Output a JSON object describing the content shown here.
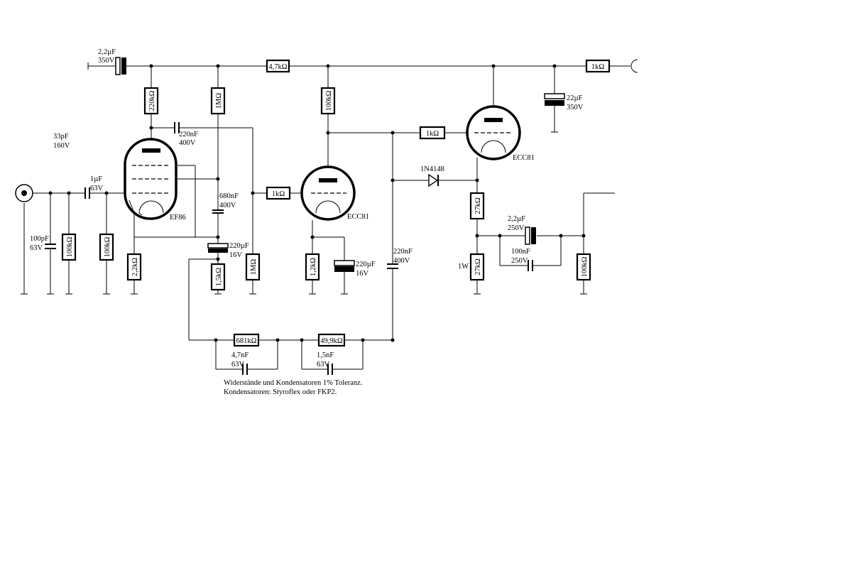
{
  "components": {
    "c_in_top": {
      "value": "2,2µF",
      "voltage": "350V"
    },
    "r_47k": {
      "value": "4,7kΩ"
    },
    "r_1k_out": {
      "value": "1kΩ"
    },
    "c_22u": {
      "value": "22µF",
      "voltage": "350V"
    },
    "r_220k": {
      "value": "220kΩ"
    },
    "r_1M_top": {
      "value": "1MΩ"
    },
    "r_100k_plate": {
      "value": "100kΩ"
    },
    "c_220n_a": {
      "value": "220nF",
      "voltage": "400V"
    },
    "c_33p": {
      "value": "33pF",
      "voltage": "160V"
    },
    "c_1u": {
      "value": "1µF",
      "voltage": "63V"
    },
    "c_100p": {
      "value": "100pF",
      "voltage": "63V"
    },
    "r_100k_in1": {
      "value": "100kΩ"
    },
    "r_100k_in2": {
      "value": "100kΩ"
    },
    "tube_ef86": {
      "label": "EF86"
    },
    "r_2k2": {
      "value": "2,2kΩ"
    },
    "c_680n": {
      "value": "680nF",
      "voltage": "400V"
    },
    "c_220u_a": {
      "value": "220µF",
      "voltage": "16V"
    },
    "r_1k5": {
      "value": "1,5kΩ"
    },
    "r_1M_grid": {
      "value": "1MΩ"
    },
    "r_1k_grid": {
      "value": "1kΩ"
    },
    "tube_ecc81_a": {
      "label": "ECC81"
    },
    "r_1k2": {
      "value": "1,2kΩ"
    },
    "c_220u_b": {
      "value": "220µF",
      "voltage": "16V"
    },
    "c_220n_b": {
      "value": "220nF",
      "voltage": "400V"
    },
    "r_1k_grid2": {
      "value": "1kΩ"
    },
    "tube_ecc81_b": {
      "label": "ECC81"
    },
    "diode": {
      "label": "1N4148"
    },
    "r_27k_a": {
      "value": "27kΩ"
    },
    "r_27k_b": {
      "value": "27kΩ",
      "power": "1W"
    },
    "c_2u2_out": {
      "value": "2,2µF",
      "voltage": "250V"
    },
    "c_100n_out": {
      "value": "100nF",
      "voltage": "250V"
    },
    "r_100k_out": {
      "value": "100kΩ"
    },
    "r_681k": {
      "value": "681kΩ"
    },
    "c_4u7": {
      "value": "4,7nF",
      "voltage": "63V"
    },
    "r_49k9": {
      "value": "49,9kΩ"
    },
    "c_1n5": {
      "value": "1,5nF",
      "voltage": "63V"
    }
  },
  "notes": {
    "line1": "Widerstände und Kondensatoren 1% Toleranz.",
    "line2": "Kondensatoren: Styroflex oder FKP2."
  }
}
